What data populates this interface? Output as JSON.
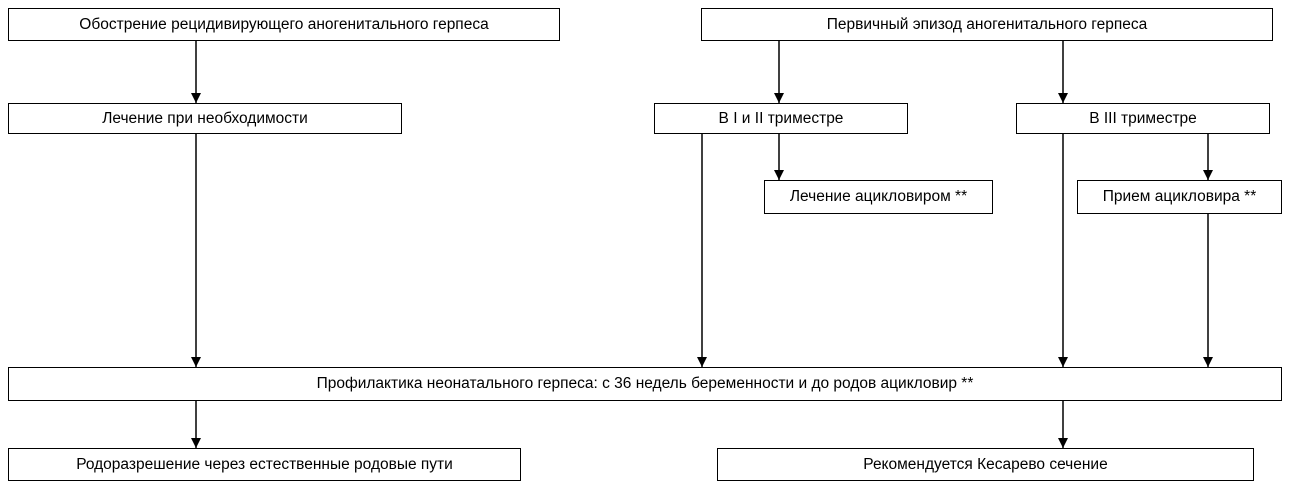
{
  "nodes": [
    {
      "id": "relapse",
      "label": "Обострение рецидивирующего аногенитального герпеса"
    },
    {
      "id": "primary",
      "label": "Первичный эпизод аногенитального герпеса"
    },
    {
      "id": "treat_if_needed",
      "label": "Лечение при необходимости"
    },
    {
      "id": "tri_1_2",
      "label": "В I и II триместре"
    },
    {
      "id": "tri_3",
      "label": "В III триместре"
    },
    {
      "id": "acyclovir_treatment",
      "label": "Лечение ацикловиром **"
    },
    {
      "id": "acyclovir_intake",
      "label": "Прием ацикловира **"
    },
    {
      "id": "prophylaxis",
      "label": "Профилактика неонатального герпеса: с 36 недель беременности и до родов ацикловир **"
    },
    {
      "id": "vaginal_delivery",
      "label": "Родоразрешение через естественные родовые пути"
    },
    {
      "id": "cesarean",
      "label": "Рекомендуется Кесарево сечение"
    }
  ],
  "edges": [
    {
      "from": "relapse",
      "to": "treat_if_needed"
    },
    {
      "from": "primary",
      "to": "tri_1_2"
    },
    {
      "from": "primary",
      "to": "tri_3"
    },
    {
      "from": "tri_1_2",
      "to": "acyclovir_treatment"
    },
    {
      "from": "tri_3",
      "to": "acyclovir_intake"
    },
    {
      "from": "treat_if_needed",
      "to": "prophylaxis"
    },
    {
      "from": "tri_1_2",
      "to": "prophylaxis"
    },
    {
      "from": "tri_3",
      "to": "prophylaxis"
    },
    {
      "from": "acyclovir_intake",
      "to": "prophylaxis"
    },
    {
      "from": "prophylaxis",
      "to": "vaginal_delivery"
    },
    {
      "from": "prophylaxis",
      "to": "cesarean"
    }
  ]
}
